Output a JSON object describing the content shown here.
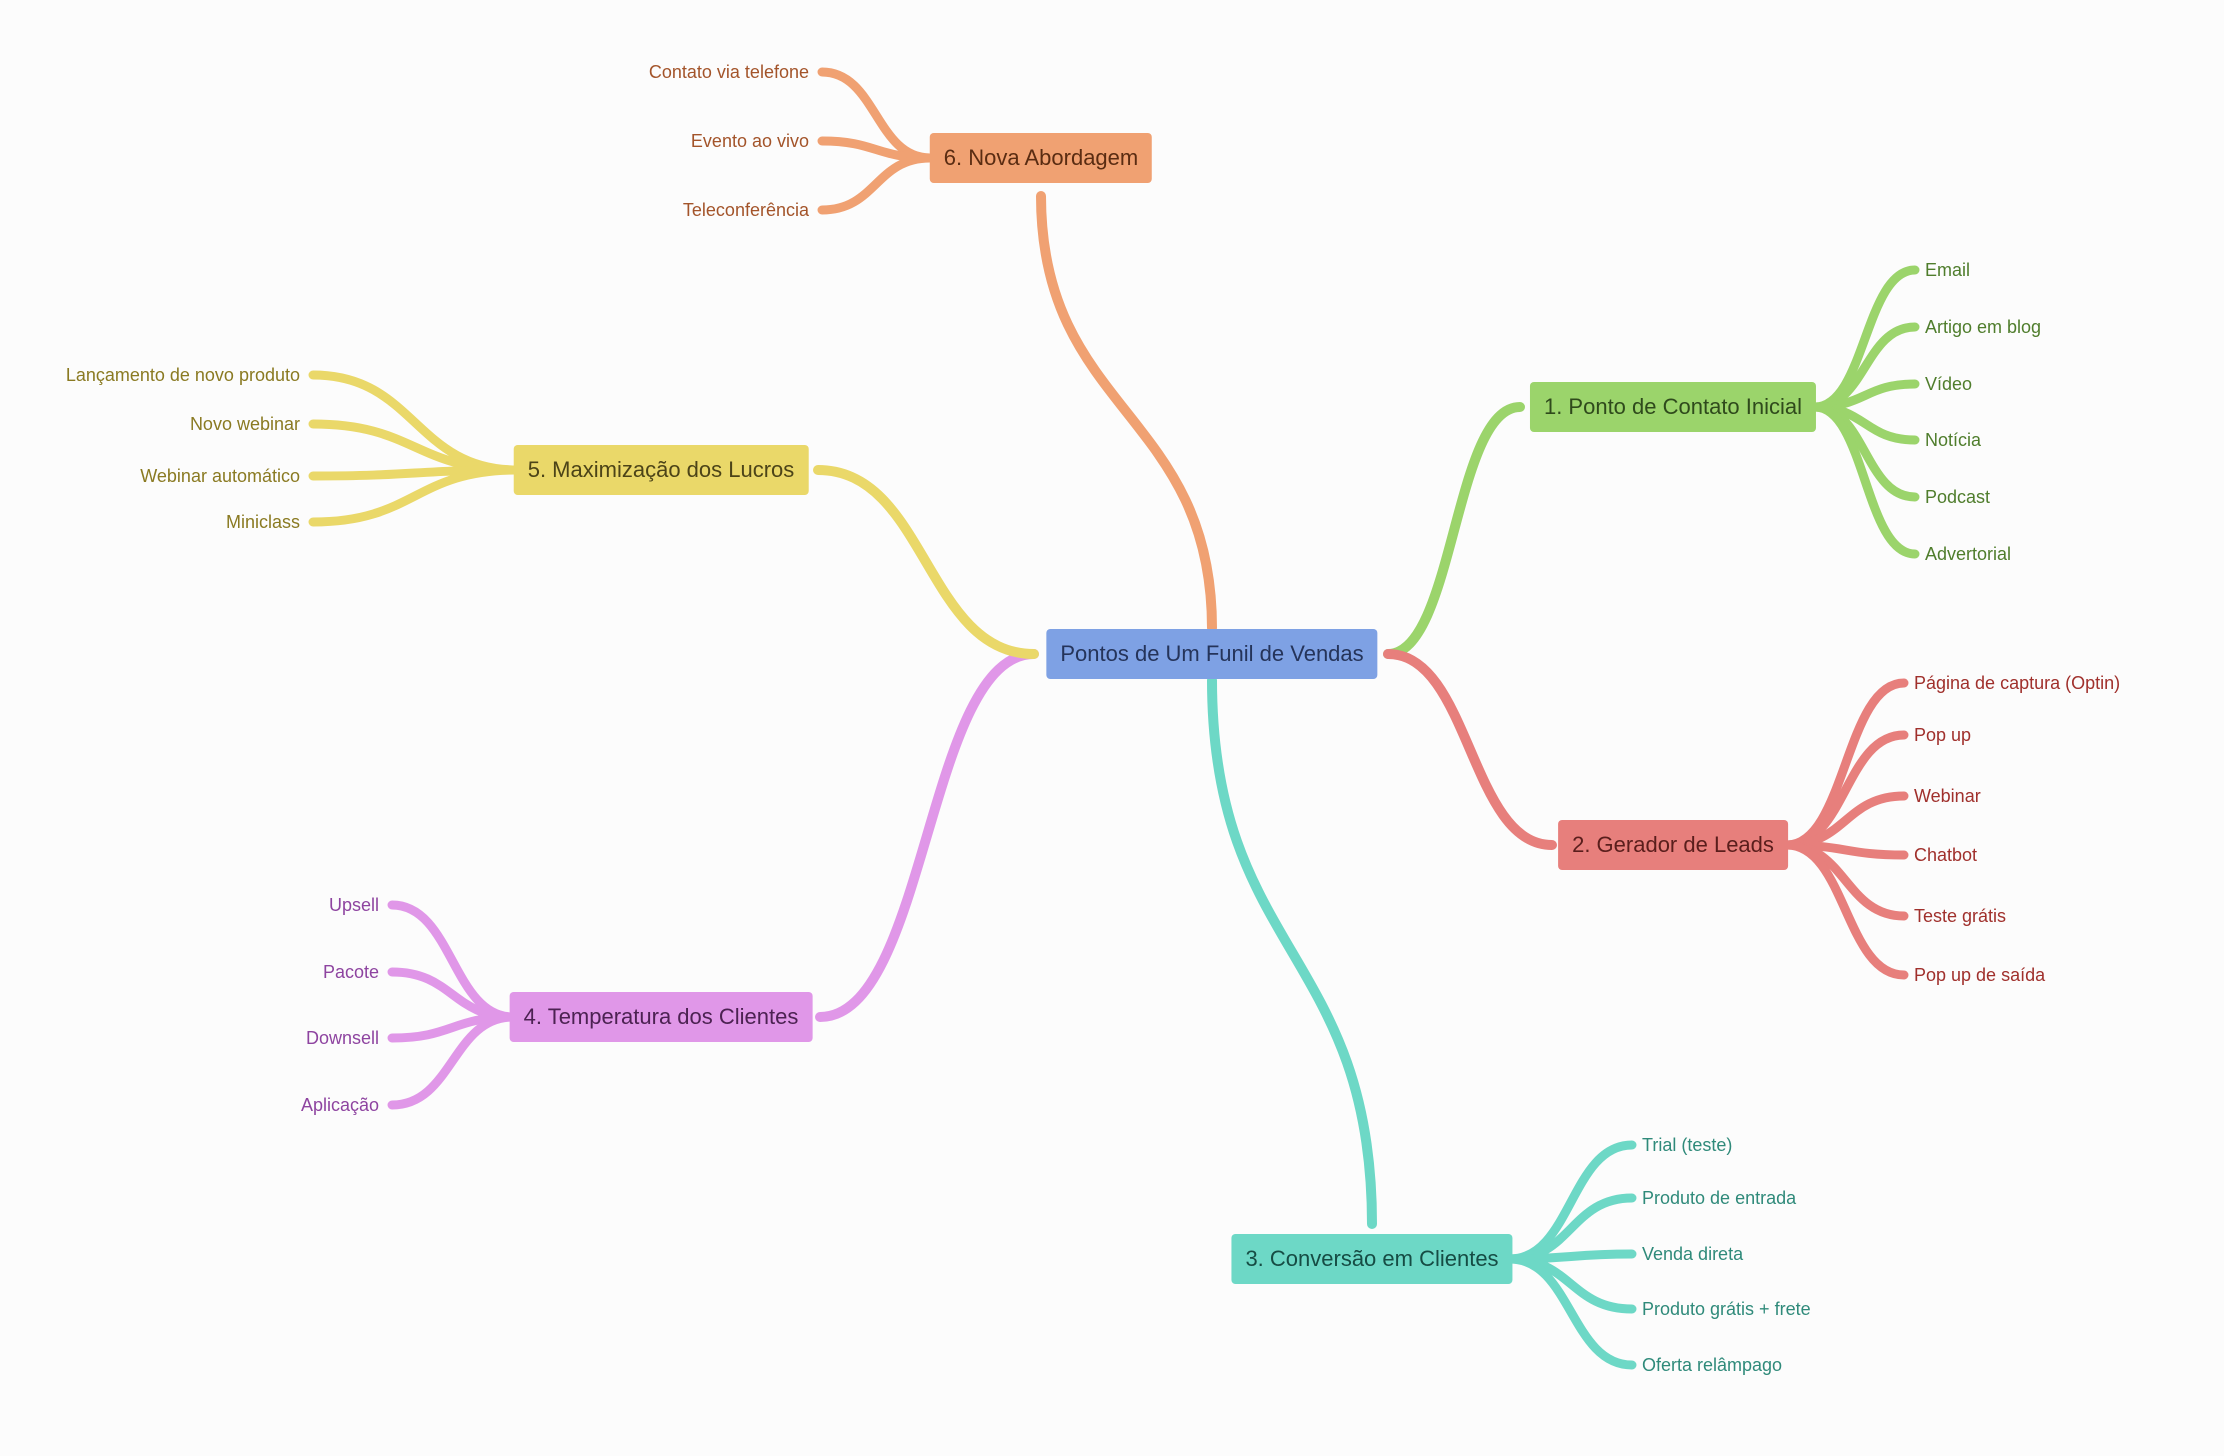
{
  "diagram": {
    "center": {
      "label": "Pontos de Um Funil de Vendas",
      "color": "#7ea1e4"
    },
    "branches": [
      {
        "label": "1. Ponto de Contato Inicial",
        "color": "#9bd46b",
        "text_color": "#4f7d2c",
        "leaves": [
          "Email",
          "Artigo em blog",
          "Vídeo",
          "Notícia",
          "Podcast",
          "Advertorial"
        ]
      },
      {
        "label": "2. Gerador de Leads",
        "color": "#e77f7c",
        "text_color": "#a0302c",
        "leaves": [
          "Página de captura (Optin)",
          "Pop up",
          "Webinar",
          "Chatbot",
          "Teste grátis",
          "Pop up de saída"
        ]
      },
      {
        "label": "3. Conversão em Clientes",
        "color": "#6dd8c6",
        "text_color": "#2f8a7a",
        "leaves": [
          "Trial (teste)",
          "Produto de entrada",
          "Venda direta",
          "Produto grátis + frete",
          "Oferta relâmpago"
        ]
      },
      {
        "label": "4. Temperatura dos Clientes",
        "color": "#e097e8",
        "text_color": "#8e44a0",
        "leaves": [
          "Upsell",
          "Pacote",
          "Downsell",
          "Aplicação"
        ]
      },
      {
        "label": "5. Maximização dos Lucros",
        "color": "#ead869",
        "text_color": "#8a7a22",
        "leaves": [
          "Lançamento de novo produto",
          "Novo webinar",
          "Webinar automático",
          "Miniclass"
        ]
      },
      {
        "label": "6. Nova Abordagem",
        "color": "#f0a172",
        "text_color": "#a3542a",
        "leaves": [
          "Contato via telefone",
          "Evento ao vivo",
          "Teleconferência"
        ]
      }
    ]
  }
}
